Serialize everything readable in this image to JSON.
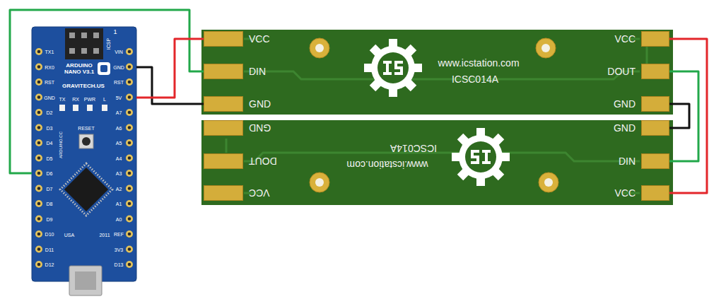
{
  "diagram": {
    "nodes": [
      {
        "text": [
          "ARDUINO NANO V3.1",
          "GRAVITECH.US"
        ]
      },
      {
        "text": [
          "www.icstation.com",
          "ICSC014A"
        ]
      },
      {
        "text": [
          "VCC"
        ],
        "in": 1
      },
      {
        "text": [
          "DIN"
        ],
        "in": 1
      },
      {
        "text": [
          "GND"
        ],
        "in": 1
      },
      {
        "text": [
          "VCC"
        ],
        "in": 1
      },
      {
        "text": [
          "DOUT"
        ],
        "in": 1
      },
      {
        "text": [
          "GND"
        ],
        "in": 1
      },
      {
        "text": [
          "www.icstation.com",
          "ICSC014A"
        ]
      },
      {
        "text": [
          "GND"
        ],
        "in": 8
      },
      {
        "text": [
          "DOUT"
        ],
        "in": 8
      },
      {
        "text": [
          "VCC"
        ],
        "in": 8
      },
      {
        "text": [
          "GND"
        ],
        "in": 8
      },
      {
        "text": [
          "DIN"
        ],
        "in": 8
      },
      {
        "text": [
          "VCC"
        ],
        "in": 8
      }
    ],
    "edges": [
      {
        "from": 0,
        "to": 3,
        "arrow": "none"
      },
      {
        "from": 0,
        "to": 4,
        "arrow": "none"
      },
      {
        "from": 0,
        "to": 2,
        "arrow": "none"
      },
      {
        "from": 5,
        "to": 14,
        "arrow": "none"
      },
      {
        "from": 6,
        "to": 13,
        "arrow": "none"
      },
      {
        "from": 7,
        "to": 12,
        "arrow": "none"
      }
    ],
    "labels": [
      "ICSP",
      "1",
      "TX1",
      "RX0",
      "RST",
      "GND",
      "D2",
      "D3",
      "D4",
      "D5",
      "D6",
      "D7",
      "D8",
      "D9",
      "D10",
      "D11",
      "D12",
      "VIN",
      "GND",
      "RST",
      "5V",
      "A7",
      "A6",
      "A5",
      "A4",
      "A3",
      "A2",
      "A1",
      "A0",
      "REF",
      "3V3",
      "D13",
      "TX",
      "RX",
      "PWR",
      "L",
      "RESET",
      "ARDUINO.CC",
      "USA",
      "2011"
    ]
  }
}
